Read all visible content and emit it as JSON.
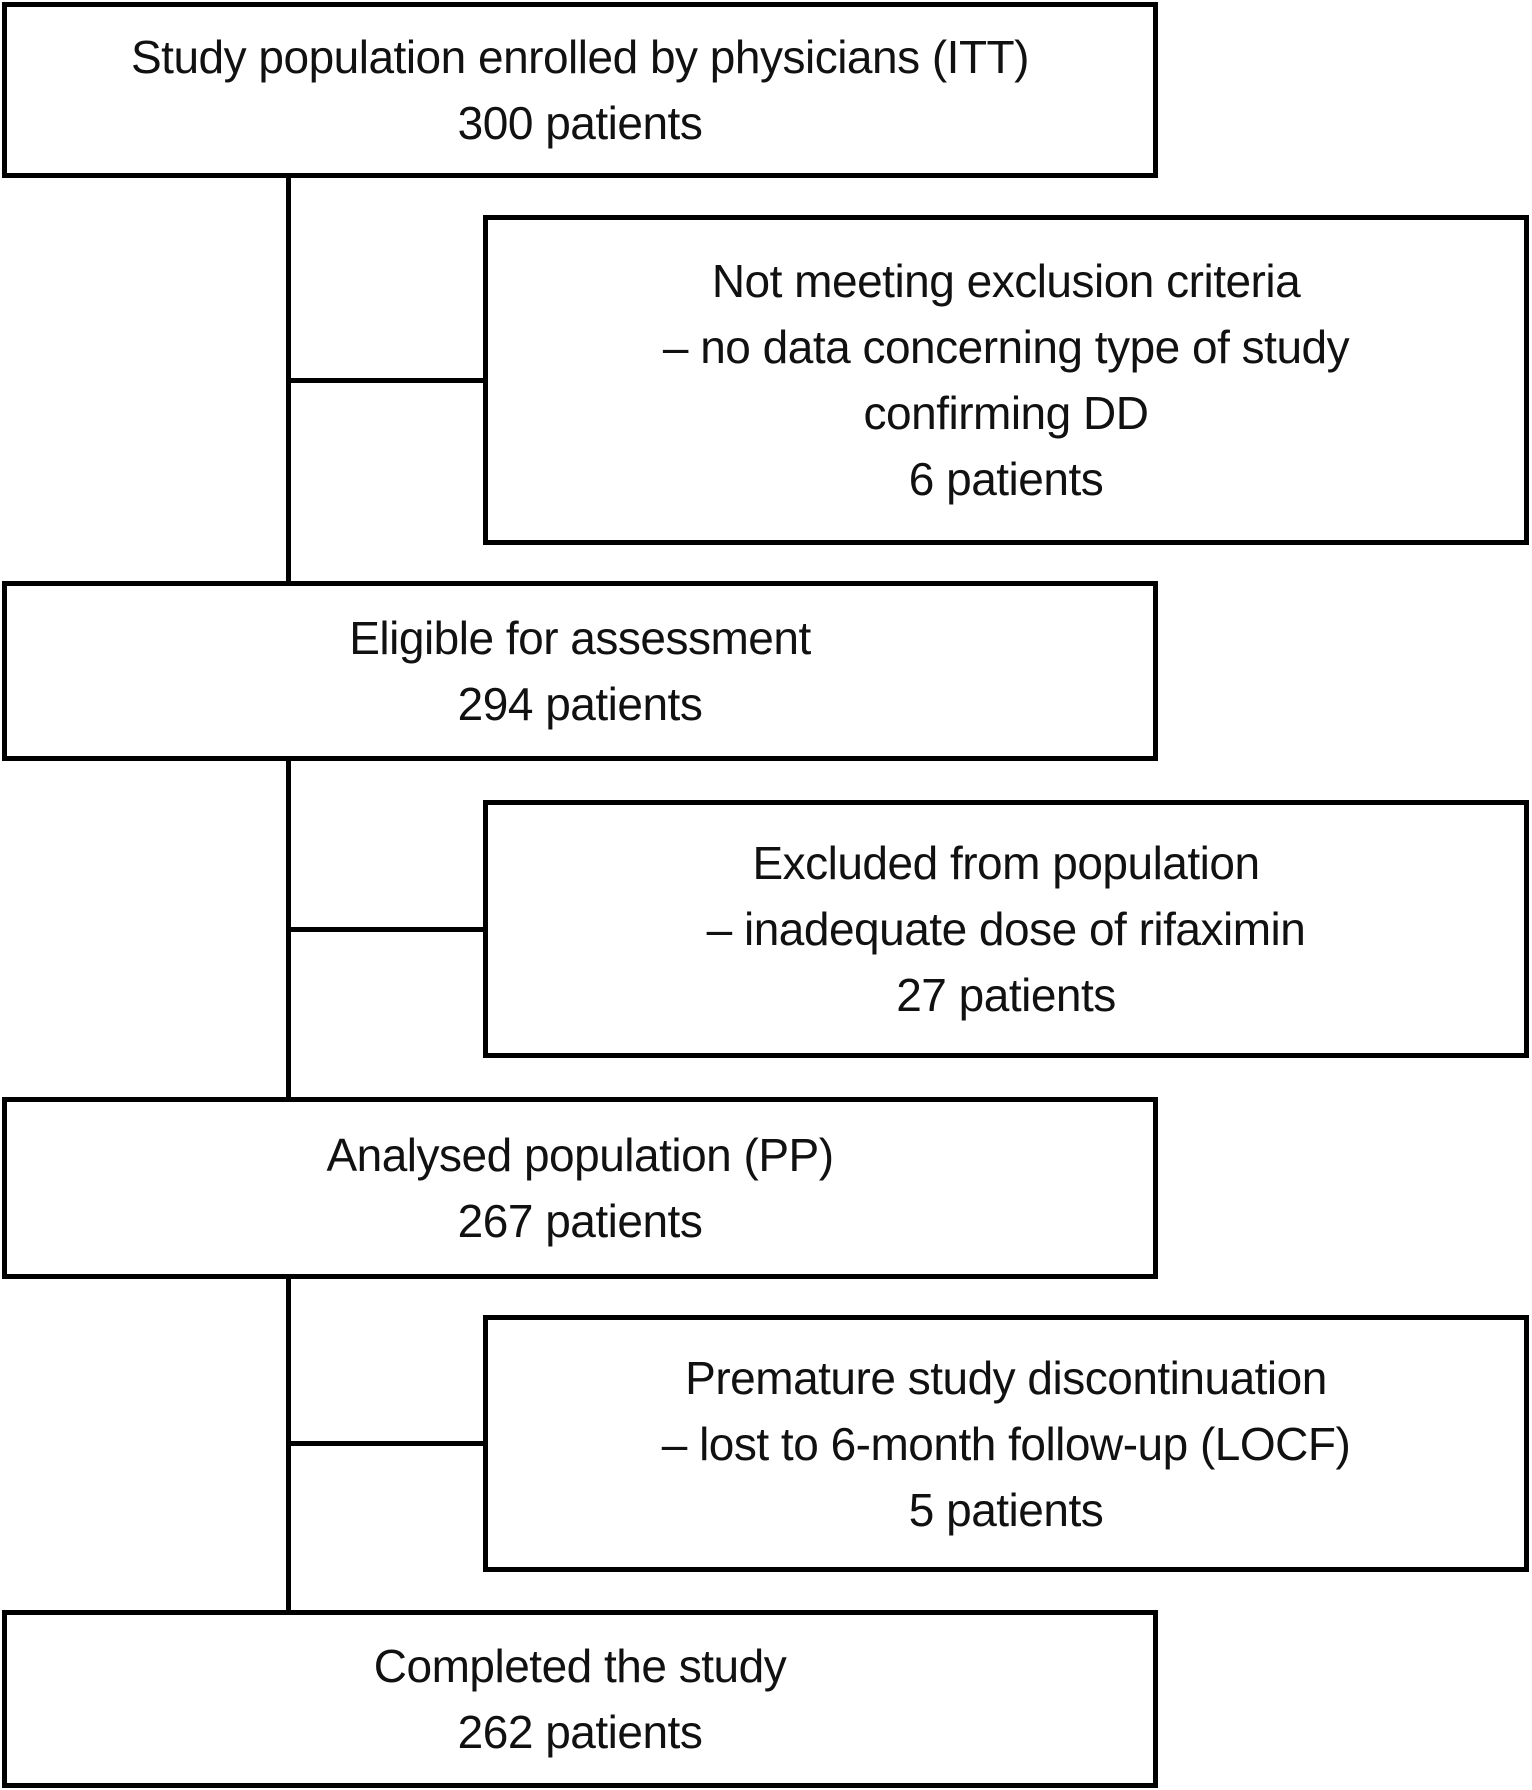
{
  "flow": {
    "colors": {
      "border": "#000000",
      "background": "#ffffff",
      "text": "#111111"
    },
    "boxes": {
      "enrolled": {
        "lines": [
          "Study population enrolled by physicians (ITT)",
          "300 patients"
        ]
      },
      "not_meeting": {
        "lines": [
          "Not meeting exclusion criteria",
          "– no data concerning type of study",
          "confirming DD",
          "6 patients"
        ]
      },
      "eligible": {
        "lines": [
          "Eligible for assessment",
          "294 patients"
        ]
      },
      "excluded": {
        "lines": [
          "Excluded from population",
          "– inadequate dose of rifaximin",
          "27 patients"
        ]
      },
      "analysed": {
        "lines": [
          "Analysed population (PP)",
          "267 patients"
        ]
      },
      "premature": {
        "lines": [
          "Premature study discontinuation",
          "– lost to 6-month follow-up (LOCF)",
          "5 patients"
        ]
      },
      "completed": {
        "lines": [
          "Completed the study",
          "262 patients"
        ]
      }
    }
  }
}
